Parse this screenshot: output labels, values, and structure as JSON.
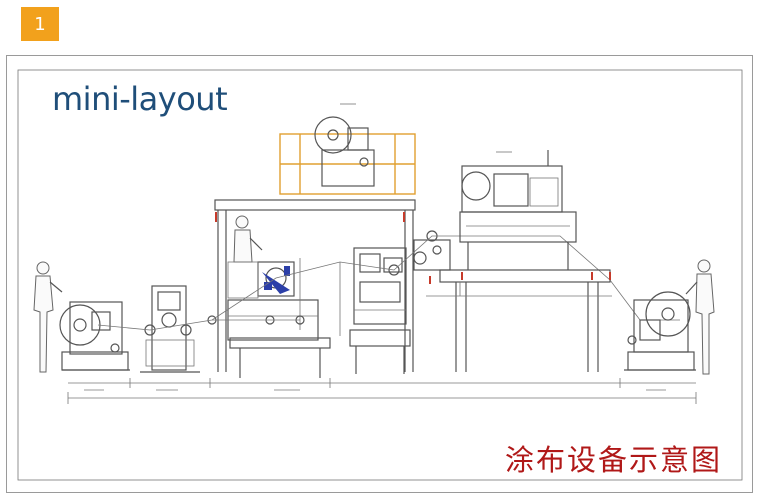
{
  "slide": {
    "number": "1",
    "title": "mini-layout",
    "caption": "涂布设备示意图"
  },
  "colors": {
    "badge": "#f2a11c",
    "title": "#1f4e79",
    "caption": "#b01818"
  }
}
